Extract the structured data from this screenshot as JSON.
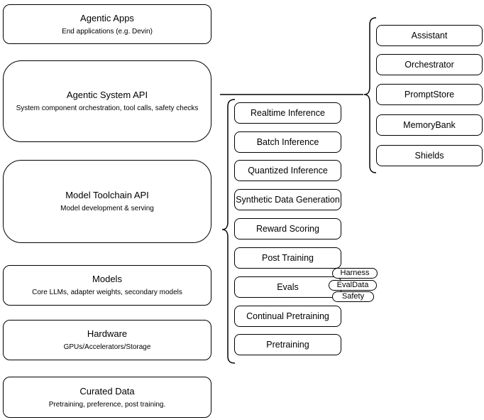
{
  "left_column": [
    {
      "title": "Agentic Apps",
      "subtitle": "End applications (e.g. Devin)"
    },
    {
      "title": "Agentic System API",
      "subtitle": "System component orchestration, tool calls, safety checks"
    },
    {
      "title": "Model Toolchain API",
      "subtitle": "Model development & serving"
    },
    {
      "title": "Models",
      "subtitle": "Core LLMs, adapter weights, secondary models"
    },
    {
      "title": "Hardware",
      "subtitle": "GPUs/Accelerators/Storage"
    },
    {
      "title": "Curated Data",
      "subtitle": "Pretraining, preference, post training."
    }
  ],
  "middle_column": [
    "Realtime Inference",
    "Batch Inference",
    "Quantized Inference",
    "Synthetic Data Generation",
    "Reward Scoring",
    "Post Training",
    "Evals",
    "Continual Pretraining",
    "Pretraining"
  ],
  "eval_tags": [
    "Harness",
    "EvalData",
    "Safety"
  ],
  "right_column": [
    "Assistant",
    "Orchestrator",
    "PromptStore",
    "MemoryBank",
    "Shields"
  ],
  "colors": {
    "stroke": "#000000",
    "connector": "#404040",
    "background": "#ffffff"
  }
}
